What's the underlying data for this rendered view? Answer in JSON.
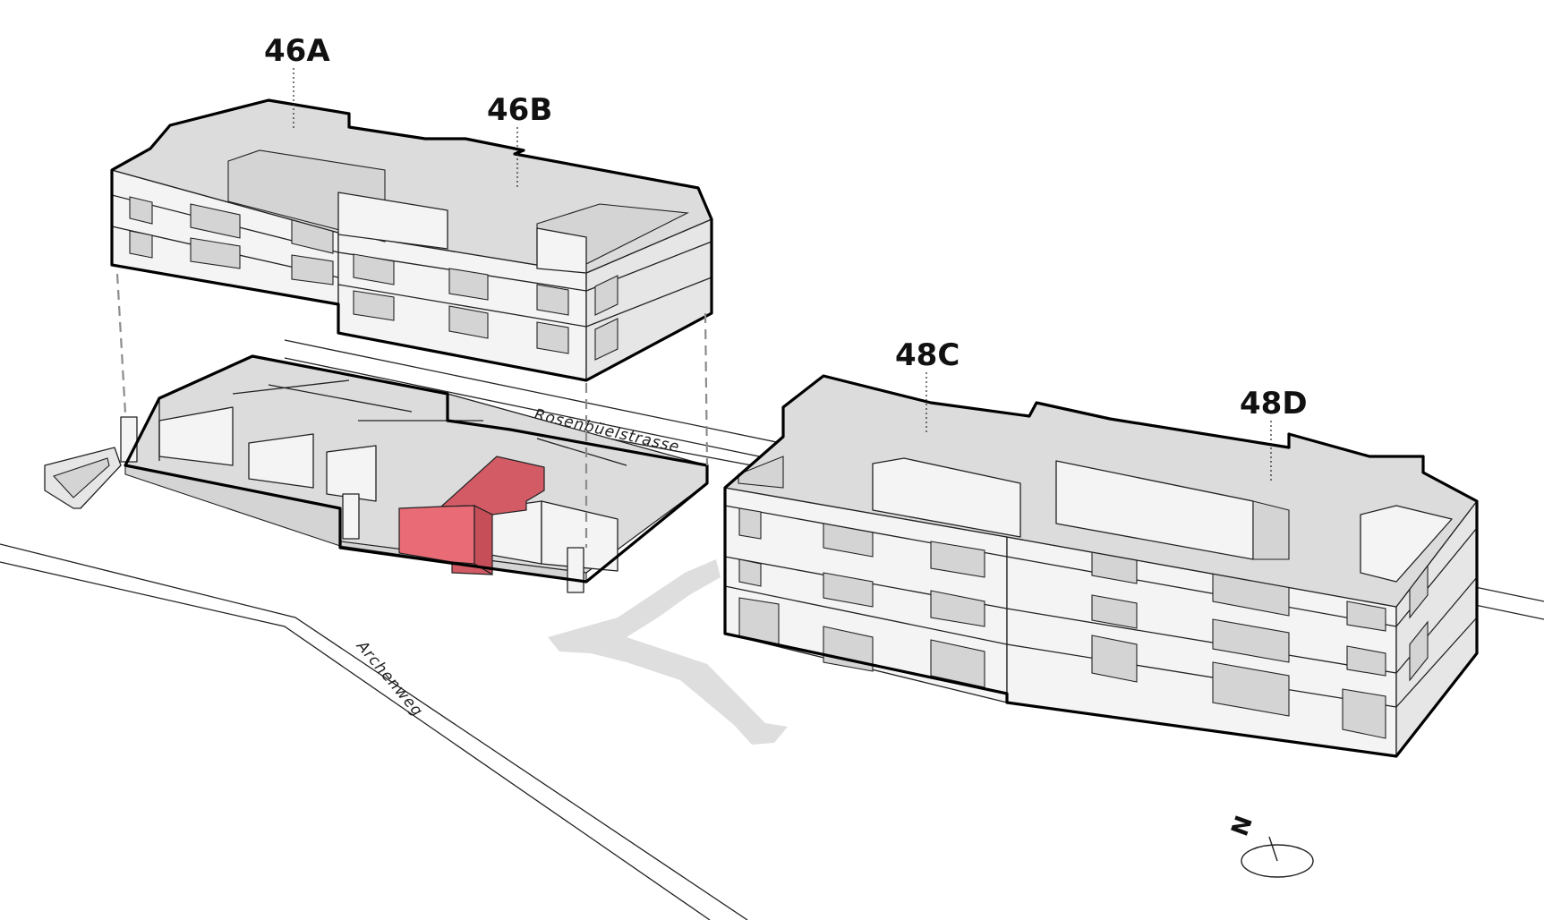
{
  "buildings": {
    "a": {
      "label": "46A"
    },
    "b": {
      "label": "46B"
    },
    "c": {
      "label": "48C"
    },
    "d": {
      "label": "48D"
    }
  },
  "streets": {
    "rosenbuel": "Rosenbüelstrasse",
    "archenweg": "Archenweg"
  },
  "compass": {
    "label": "N"
  },
  "colors": {
    "highlight": "#e3646e",
    "roof": "#dcdcdc",
    "wall": "#f4f4f4",
    "path": "#dedede"
  }
}
